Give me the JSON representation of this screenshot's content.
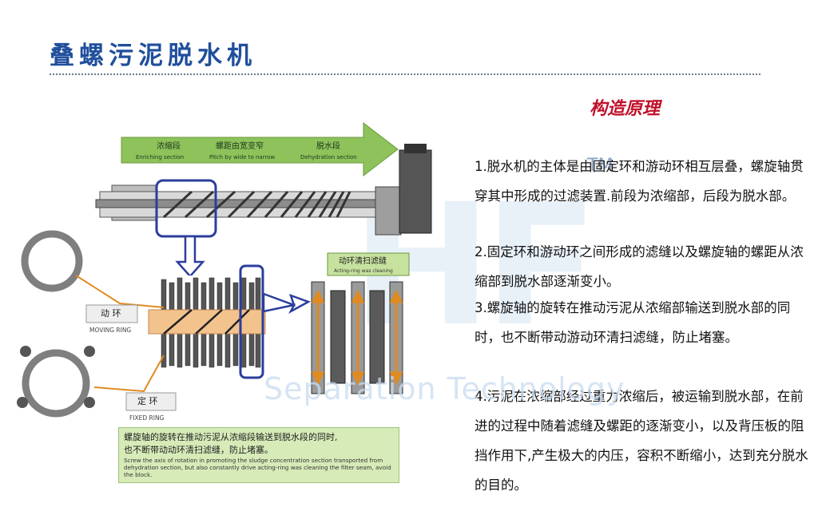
{
  "title": "叠螺污泥脱水机",
  "subheading": "构造原理",
  "diagram": {
    "arrow_labels": [
      {
        "zh": "浓缩段",
        "en": "Enriching section"
      },
      {
        "zh": "螺距由宽变窄",
        "en": "Pitch by wide to narrow"
      },
      {
        "zh": "脱水段",
        "en": "Dehydration section"
      }
    ],
    "cleaning_label": {
      "zh": "动环清扫滤缝",
      "en": "Acting-ring was cleaning"
    },
    "moving_ring": {
      "zh": "动 环",
      "en": "MOVING RING"
    },
    "fixed_ring": {
      "zh": "定 环",
      "en": "FIXED RING"
    },
    "note": {
      "zh1": "螺旋轴的旋转在推动污泥从浓缩段输送到脱水段的同时,",
      "zh2": "也不断带动动环清扫滤缝，防止堵塞。",
      "en": "Screw the axis of rotation in promoting the sludge concentration section transported from dehydration section, but also constantly drive acting-ring was cleaning the filter seam, avoid the block."
    },
    "colors": {
      "arrow_green": "#8ec25a",
      "frame_blue": "#2b3d9c",
      "shaft_tan": "#f3c38e",
      "ring_grey": "#808080"
    }
  },
  "paragraphs": [
    "1.脱水机的主体是由固定环和游动环相互层叠，螺旋轴贯穿其中形成的过滤装置.前段为浓缩部，后段为脱水部。",
    "2.固定环和游动环之间形成的滤缝以及螺旋轴的螺距从浓缩部到脱水部逐渐变小。",
    "3.螺旋轴的旋转在推动污泥从浓缩部输送到脱水部的同时，也不断带动游动环清扫滤缝，防止堵塞。",
    "4.污泥在浓缩部经过重力浓缩后，被运输到脱水部，在前进的过程中随着滤缝及螺距的逐渐变小，以及背压板的阻挡作用下,产生极大的内压，容积不断缩小，达到充分脱水的目的。"
  ],
  "watermark": {
    "text": "Separation Technology",
    "tm": "TM",
    "letters": "HF"
  }
}
